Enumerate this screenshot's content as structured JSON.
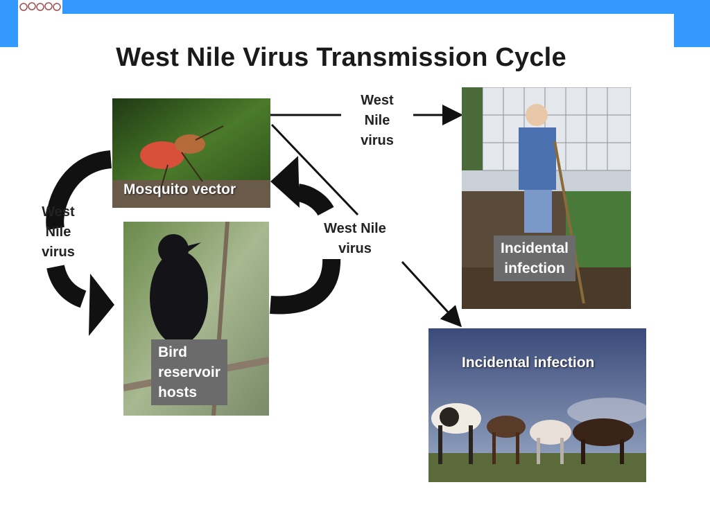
{
  "title": "West Nile Virus Transmission Cycle",
  "labels": {
    "mosquito": "Mosquito vector",
    "bird_line1": "Bird",
    "bird_line2": "reservoir",
    "bird_line3": "hosts",
    "human_line1": "Incidental",
    "human_line2": "infection",
    "horses": "Incidental infection",
    "virus_top_1": "West",
    "virus_top_2": "Nile",
    "virus_top_3": "virus",
    "virus_left_1": "West",
    "virus_left_2": "Nile",
    "virus_left_3": "virus",
    "virus_mid_1": "West Nile",
    "virus_mid_2": "virus"
  },
  "colors": {
    "header_blue": "#3399ff",
    "caption_box": "#6b6b6b",
    "arrow": "#111111"
  }
}
